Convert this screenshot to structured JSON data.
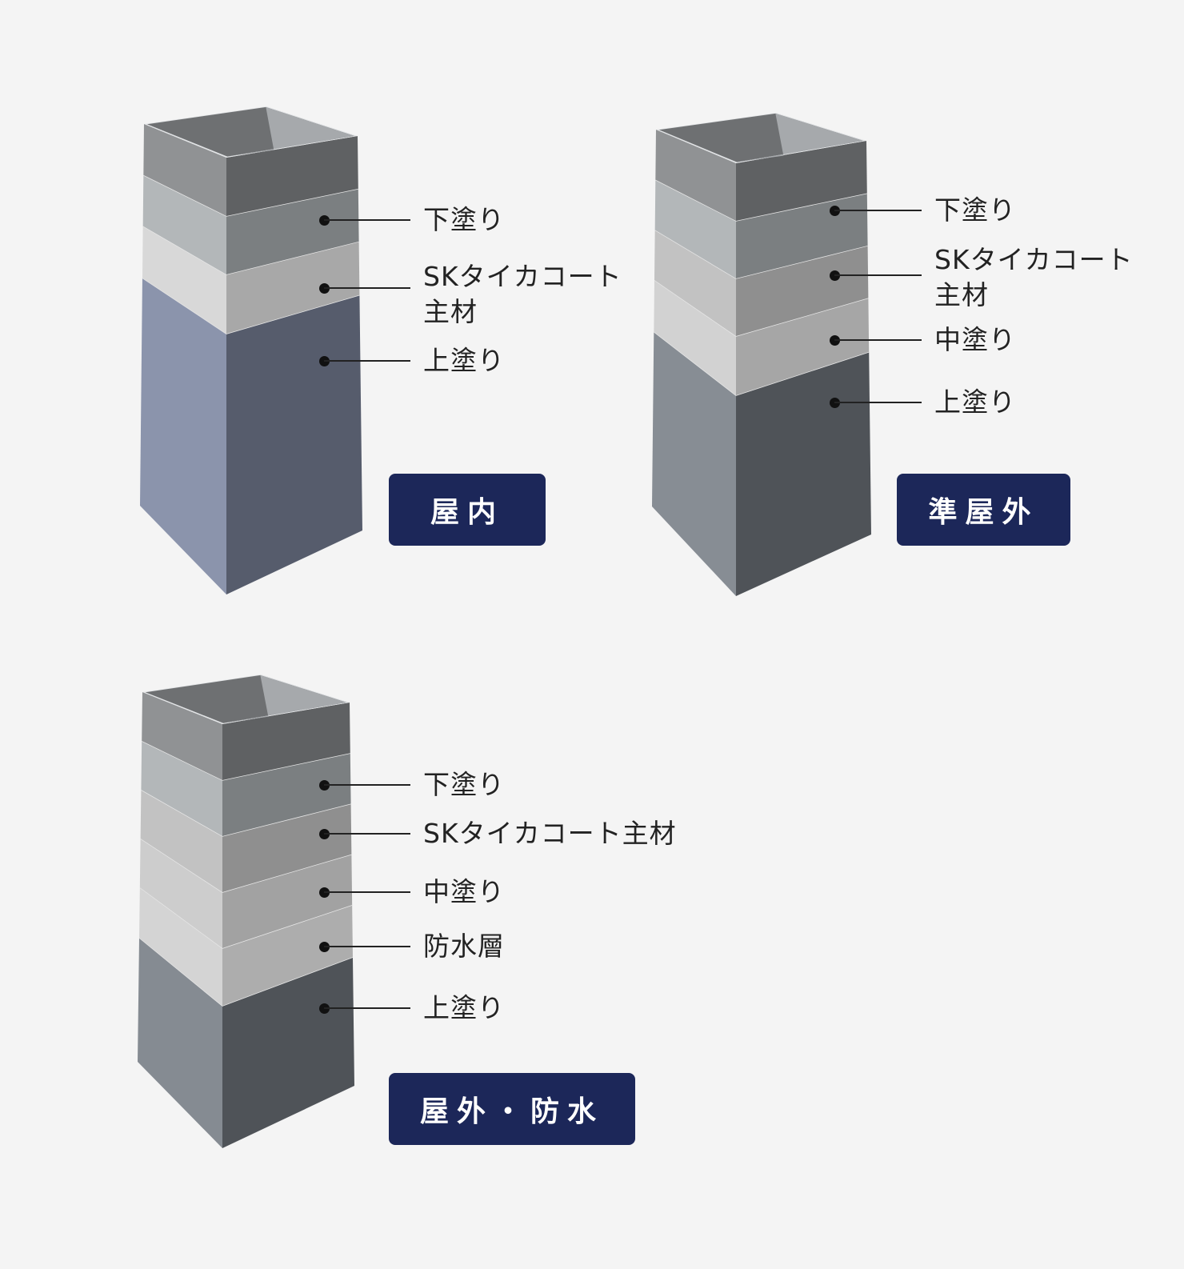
{
  "columns": [
    {
      "badge": "屋内",
      "layers": [
        {
          "label": "",
          "left": "#909294",
          "right": "#5f6163"
        },
        {
          "label": "下塗り",
          "left": "#b3b7b9",
          "right": "#7b7f81"
        },
        {
          "label": "SKタイカコート",
          "label2": "主材",
          "left": "#d8d8d8",
          "right": "#a8a8a8"
        },
        {
          "label": "上塗り",
          "left": "#8b94ac",
          "right": "#565c6c"
        }
      ]
    },
    {
      "badge": "準屋外",
      "layers": [
        {
          "label": "",
          "left": "#909294",
          "right": "#5f6163"
        },
        {
          "label": "下塗り",
          "left": "#b3b7b9",
          "right": "#7b7f81"
        },
        {
          "label": "SKタイカコート",
          "label2": "主材",
          "left": "#c2c2c2",
          "right": "#8f8f8f"
        },
        {
          "label": "中塗り",
          "left": "#d2d2d2",
          "right": "#a6a6a6"
        },
        {
          "label": "上塗り",
          "left": "#878d94",
          "right": "#4f5358"
        }
      ]
    },
    {
      "badge": "屋外・防水",
      "layers": [
        {
          "label": "",
          "left": "#909294",
          "right": "#5f6163"
        },
        {
          "label": "下塗り",
          "left": "#b3b7b9",
          "right": "#7b7f81"
        },
        {
          "label": "SKタイカコート主材",
          "left": "#c2c2c2",
          "right": "#8f8f8f"
        },
        {
          "label": "中塗り",
          "left": "#cdcdcd",
          "right": "#a2a2a2"
        },
        {
          "label": "防水層",
          "left": "#d4d4d4",
          "right": "#adadad"
        },
        {
          "label": "上塗り",
          "left": "#858b92",
          "right": "#4f5358"
        }
      ]
    }
  ]
}
